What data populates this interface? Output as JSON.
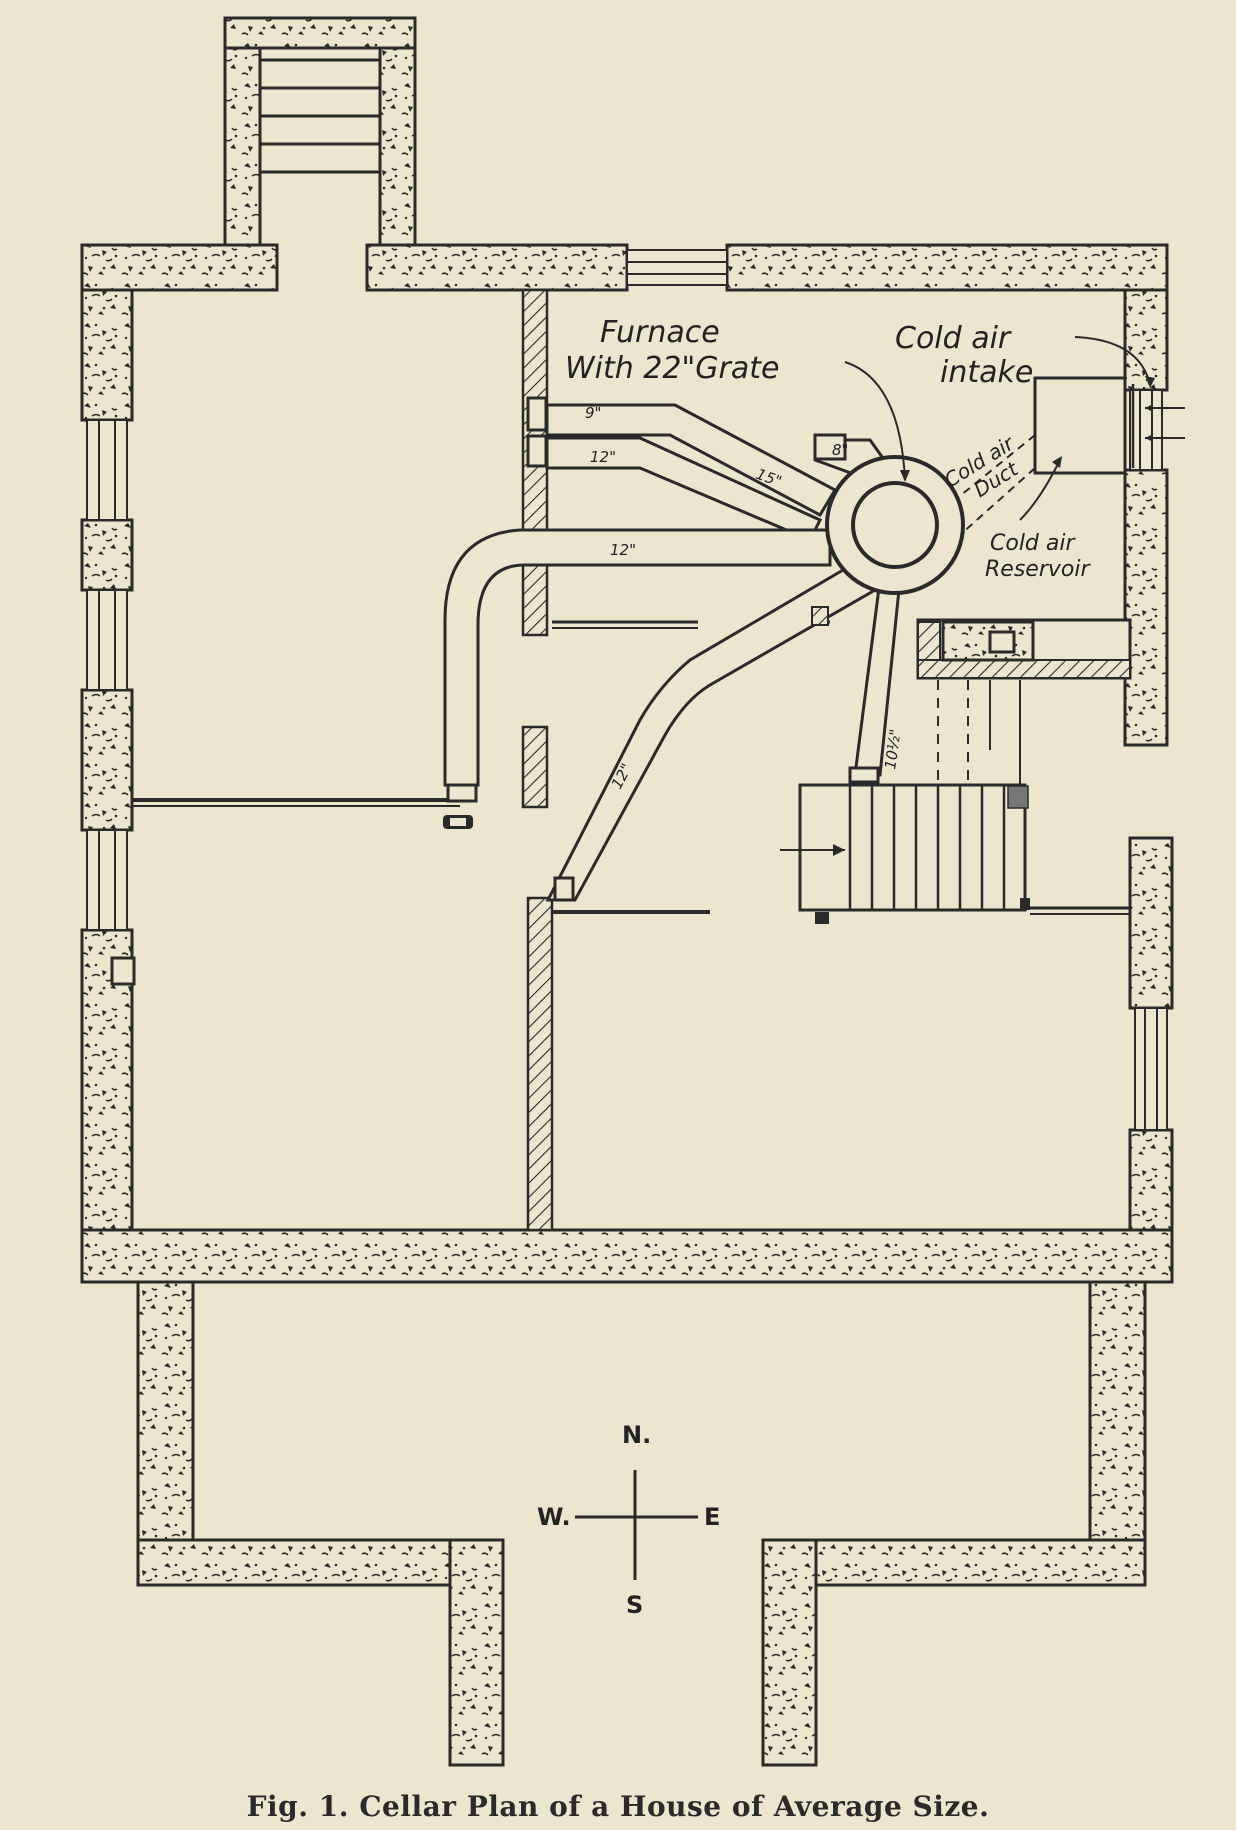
{
  "caption": "Fig. 1.   Cellar Plan of a House of Average Size.",
  "labels": {
    "furnace_line1": "Furnace",
    "furnace_line2": "With 22\"Grate",
    "cold_air_intake_line1": "Cold air",
    "cold_air_intake_line2": "intake",
    "cold_air_duct_line1": "Cold air",
    "cold_air_duct_line2": "Duct",
    "cold_air_reservoir_line1": "Cold air",
    "cold_air_reservoir_line2": "Reservoir"
  },
  "duct_sizes": {
    "duct_9a": "9\"",
    "duct_12a": "12\"",
    "duct_15": "15\"",
    "duct_8": "8\"",
    "duct_12b": "12\"",
    "duct_12c": "12\"",
    "duct_10": "10½\""
  },
  "compass": {
    "north": "N.",
    "west": "W.",
    "east": "E",
    "south": "S"
  },
  "colors": {
    "paper": "#ede6cf",
    "ink": "#2a2a2a"
  }
}
